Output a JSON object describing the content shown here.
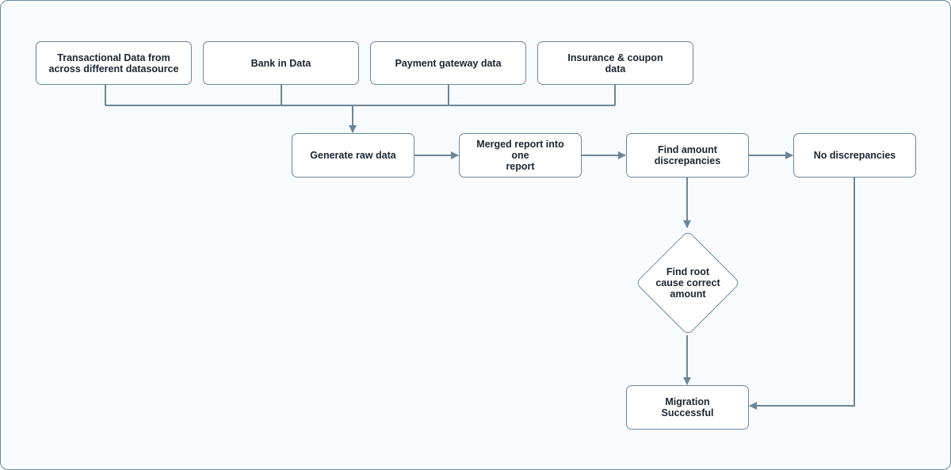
{
  "diagram": {
    "colors": {
      "line": "#6c8699",
      "background": "#f7fbfe",
      "node_fill": "#ffffff",
      "text": "#1b2530"
    },
    "nodes": {
      "transactional": "Transactional Data from\nacross different datasource",
      "bank": "Bank in Data",
      "payment": "Payment gateway data",
      "insurance": "Insurance & coupon\ndata",
      "generate": "Generate raw data",
      "merged": "Merged report into one\nreport",
      "find_amount": "Find amount\ndiscrepancies",
      "no_discrepancies": "No discrepancies",
      "root_cause": "Find root\ncause correct\namount",
      "migration": "Migration Successful"
    }
  }
}
